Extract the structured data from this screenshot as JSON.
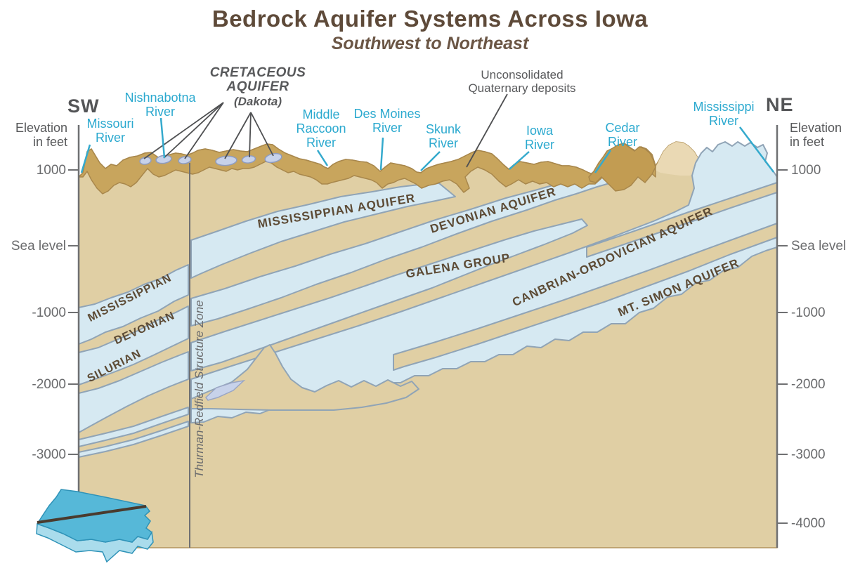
{
  "title": {
    "main": "Bedrock Aquifer Systems Across Iowa",
    "subtitle": "Southwest to Northeast"
  },
  "compass": {
    "sw": "SW",
    "ne": "NE"
  },
  "axes": {
    "left": {
      "caption": "Elevation in feet",
      "ticks": [
        "1000",
        "Sea level",
        "-1000",
        "-2000",
        "-3000"
      ]
    },
    "right": {
      "caption": "Elevation in feet",
      "ticks": [
        "1000",
        "Sea level",
        "-1000",
        "-2000",
        "-3000",
        "-4000"
      ]
    }
  },
  "rivers": [
    {
      "name": "Missouri River"
    },
    {
      "name": "Nishnabotna River"
    },
    {
      "name": "Middle Raccoon River"
    },
    {
      "name": "Des Moines River"
    },
    {
      "name": "Skunk River"
    },
    {
      "name": "Iowa River"
    },
    {
      "name": "Cedar River"
    },
    {
      "name": "Mississippi River"
    }
  ],
  "annotations": {
    "cretaceous_title": "CRETACEOUS AQUIFER",
    "cretaceous_sub": "(Dakota)",
    "quaternary": "Unconsolidated Quaternary deposits",
    "structure_zone": "Thurman-Redfield Structure Zone"
  },
  "layers": {
    "mississippian_aquifer": "MISSISSIPPIAN AQUIFER",
    "devonian_aquifer": "DEVONIAN AQUIFER",
    "galena_group": "GALENA GROUP",
    "cambrian_ordovician_aquifer": "CANBRIAN-ORDOVICIAN AQUIFER",
    "mt_simon_aquifer": "MT. SIMON AQUIFER",
    "mississippian": "MISSISSIPPIAN",
    "devonian": "DEVONIAN",
    "silurian": "SILURIAN"
  },
  "colors": {
    "quaternary_deposits": "#c8a55d",
    "bedrock_tan": "#e0cfa4",
    "aquifer_blue": "#d6e9f2",
    "dakota_patch": "#c7d2ea",
    "river_label": "#2ba9cf",
    "annotation_gray": "#58595b",
    "layer_label_brown": "#5c4a34",
    "title_brown": "#5e4a39",
    "inset_map_blue": "#56b8d8",
    "section_line_dark": "#4a3b2e"
  }
}
